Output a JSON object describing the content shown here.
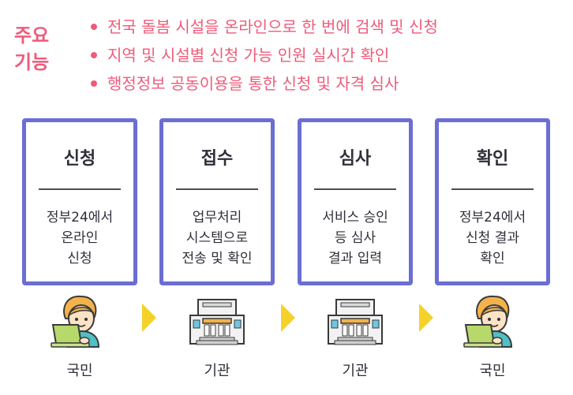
{
  "features": {
    "title": [
      "주요",
      "기능"
    ],
    "items": [
      "전국 돌봄 시설을 온라인으로 한 번에 검색 및 신청",
      "지역 및 시설별 신청 가능 인원 실시간 확인",
      "행정정보 공동이용을 통한 신청 및 자격 심사"
    ]
  },
  "steps": [
    {
      "title": "신청",
      "desc": "정부24에서\n온라인\n신청",
      "actor": "국민",
      "actor_icon": "citizen-laptop-icon"
    },
    {
      "title": "접수",
      "desc": "업무처리\n시스템으로\n전송 및 확인",
      "actor": "기관",
      "actor_icon": "agency-building-icon"
    },
    {
      "title": "심사",
      "desc": "서비스 승인\n등 심사\n결과 입력",
      "actor": "기관",
      "actor_icon": "agency-building-icon"
    },
    {
      "title": "확인",
      "desc": "정부24에서\n신청 결과\n확인",
      "actor": "국민",
      "actor_icon": "citizen-laptop-icon"
    }
  ],
  "colors": {
    "accent": "#ef5b7a",
    "card_border": "#6b6ed3",
    "arrow": "#f5d22a",
    "text": "#2f2f3a"
  }
}
